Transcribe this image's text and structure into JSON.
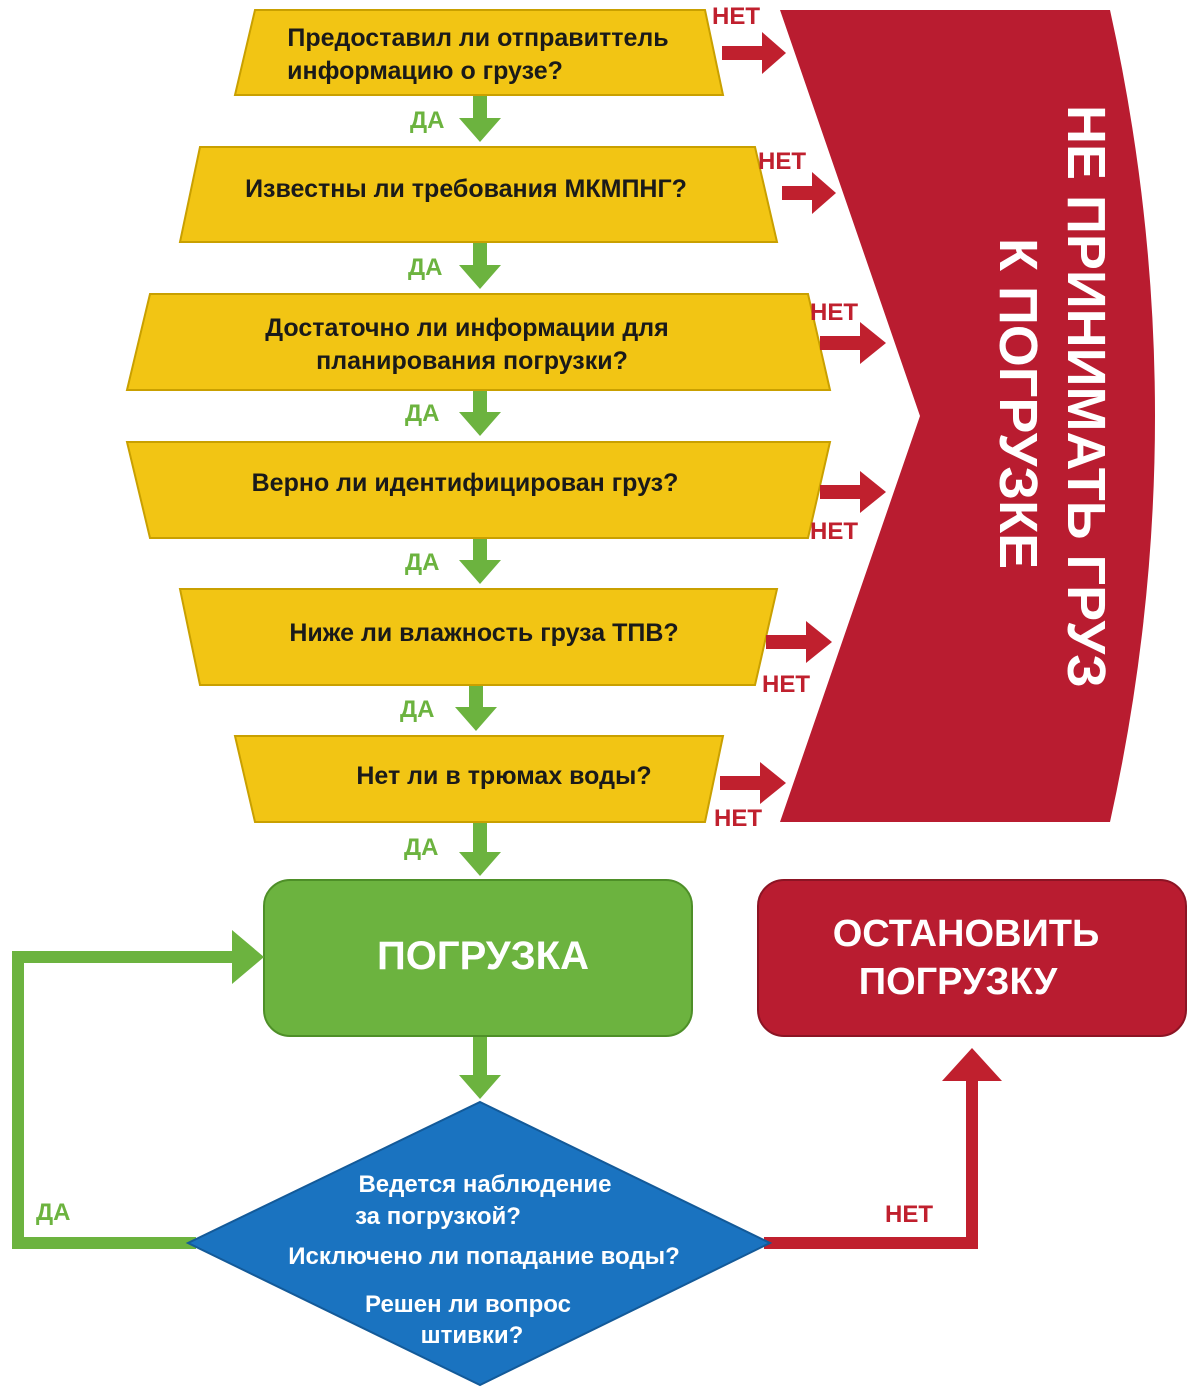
{
  "colors": {
    "question_fill": "#f2c514",
    "question_stroke": "#c9a000",
    "yes": "#6cb33f",
    "no": "#c0202e",
    "loading_box": "#6cb33f",
    "stop_box": "#b91c30",
    "monitor_diamond": "#1a73c0"
  },
  "questions": [
    {
      "lines": [
        "Предоставил ли отправиттель",
        "информацию о грузе?"
      ],
      "yes_label": "ДА",
      "no_label": "НЕТ"
    },
    {
      "lines": [
        "Известны ли требования МКМПНГ?"
      ],
      "yes_label": "ДА",
      "no_label": "НЕТ"
    },
    {
      "lines": [
        "Достаточно ли информации для",
        "планирования погрузки?"
      ],
      "yes_label": "ДА",
      "no_label": "НЕТ"
    },
    {
      "lines": [
        "Верно ли идентифицирован груз?"
      ],
      "yes_label": "ДА",
      "no_label": "НЕТ"
    },
    {
      "lines": [
        "Ниже ли влажность груза ТПВ?"
      ],
      "yes_label": "ДА",
      "no_label": "НЕТ"
    },
    {
      "lines": [
        "Нет ли в трюмах воды?"
      ],
      "yes_label": "ДА",
      "no_label": "НЕТ"
    }
  ],
  "reject_banner": {
    "lines": [
      "НЕ ПРИНИМАТЬ ГРУЗ",
      "К ПОГРУЗКЕ"
    ]
  },
  "loading_box": {
    "label": "ПОГРУЗКА"
  },
  "stop_box": {
    "lines": [
      "ОСТАНОВИТЬ",
      "ПОГРУЗКУ"
    ]
  },
  "monitor_check": {
    "lines": [
      "Ведется наблюдение",
      "за погрузкой?",
      "Исключено ли попадание воды?",
      "Решен ли вопрос",
      "штивки?"
    ],
    "yes_label": "ДА",
    "no_label": "НЕТ"
  }
}
